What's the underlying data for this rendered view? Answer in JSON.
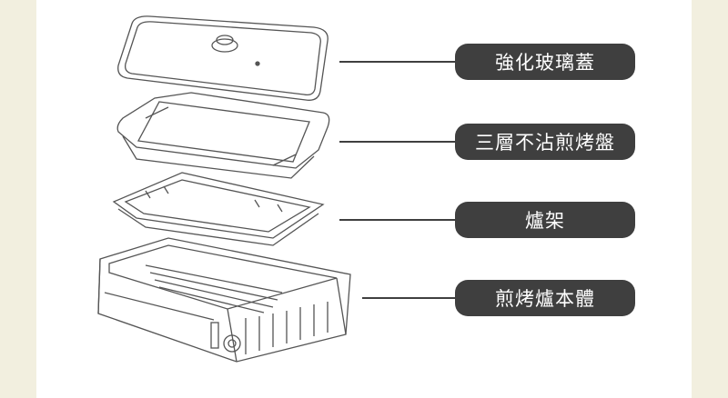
{
  "labels": [
    "強化玻璃蓋",
    "三層不沾煎烤盤",
    "爐架",
    "煎烤爐本體"
  ],
  "colors": {
    "background": "#f2efdf",
    "panel": "#ffffff",
    "pill": "#3f3f3f",
    "line_art": "#555555"
  }
}
